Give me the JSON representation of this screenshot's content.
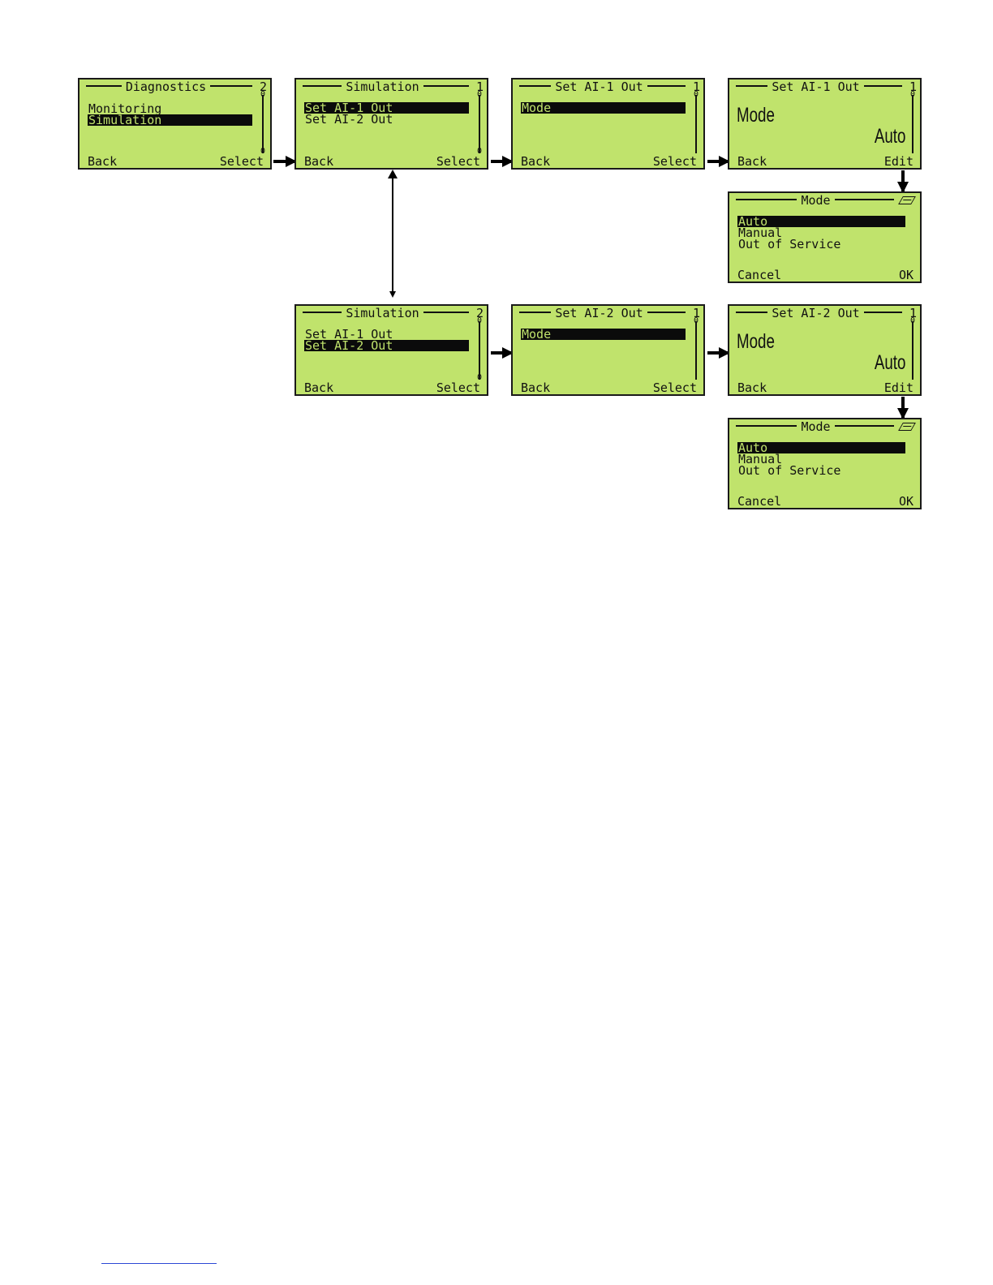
{
  "screens": {
    "diagnostics": {
      "title": "Diagnostics",
      "page": "2",
      "scroll_top": "0",
      "scroll_bottom": "0",
      "items": [
        "Monitoring",
        "Simulation"
      ],
      "back": "Back",
      "select": "Select"
    },
    "simulation1": {
      "title": "Simulation",
      "page": "1",
      "scroll_top": "0",
      "scroll_bottom": "0",
      "items": [
        "Set AI-1 Out",
        "Set AI-2 Out"
      ],
      "back": "Back",
      "select": "Select"
    },
    "setai1": {
      "title": "Set AI-1 Out",
      "page": "1",
      "scroll_top": "0",
      "items": [
        "Mode"
      ],
      "back": "Back",
      "select": "Select"
    },
    "setai1_mode": {
      "title": "Set AI-1 Out",
      "page": "1",
      "scroll_top": "0",
      "param": "Mode",
      "value": "Auto",
      "back": "Back",
      "edit": "Edit"
    },
    "mode1": {
      "title": "Mode",
      "icon": "keyboard-icon",
      "items": [
        "Auto",
        "Manual",
        "Out of Service"
      ],
      "cancel": "Cancel",
      "ok": "OK"
    },
    "simulation2": {
      "title": "Simulation",
      "page": "2",
      "scroll_top": "0",
      "scroll_bottom": "0",
      "items": [
        "Set AI-1 Out",
        "Set AI-2 Out"
      ],
      "back": "Back",
      "select": "Select"
    },
    "setai2": {
      "title": "Set AI-2 Out",
      "page": "1",
      "scroll_top": "0",
      "items": [
        "Mode"
      ],
      "back": "Back",
      "select": "Select"
    },
    "setai2_mode": {
      "title": "Set AI-2 Out",
      "page": "1",
      "scroll_top": "0",
      "param": "Mode",
      "value": "Auto",
      "back": "Back",
      "edit": "Edit"
    },
    "mode2": {
      "title": "Mode",
      "icon": "keyboard-icon",
      "items": [
        "Auto",
        "Manual",
        "Out of Service"
      ],
      "cancel": "Cancel",
      "ok": "OK"
    }
  },
  "colors": {
    "lcd_background": "#c0e36c",
    "lcd_ink": "#111111",
    "link_underline": "#2b48d6"
  }
}
